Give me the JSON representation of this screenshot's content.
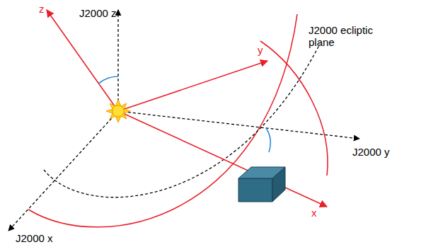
{
  "diagram": {
    "labels": [
      "z",
      "J2000 z",
      "y",
      "J2000 ecliptic plane",
      "J2000 y",
      "x",
      "J2000 x"
    ]
  }
}
